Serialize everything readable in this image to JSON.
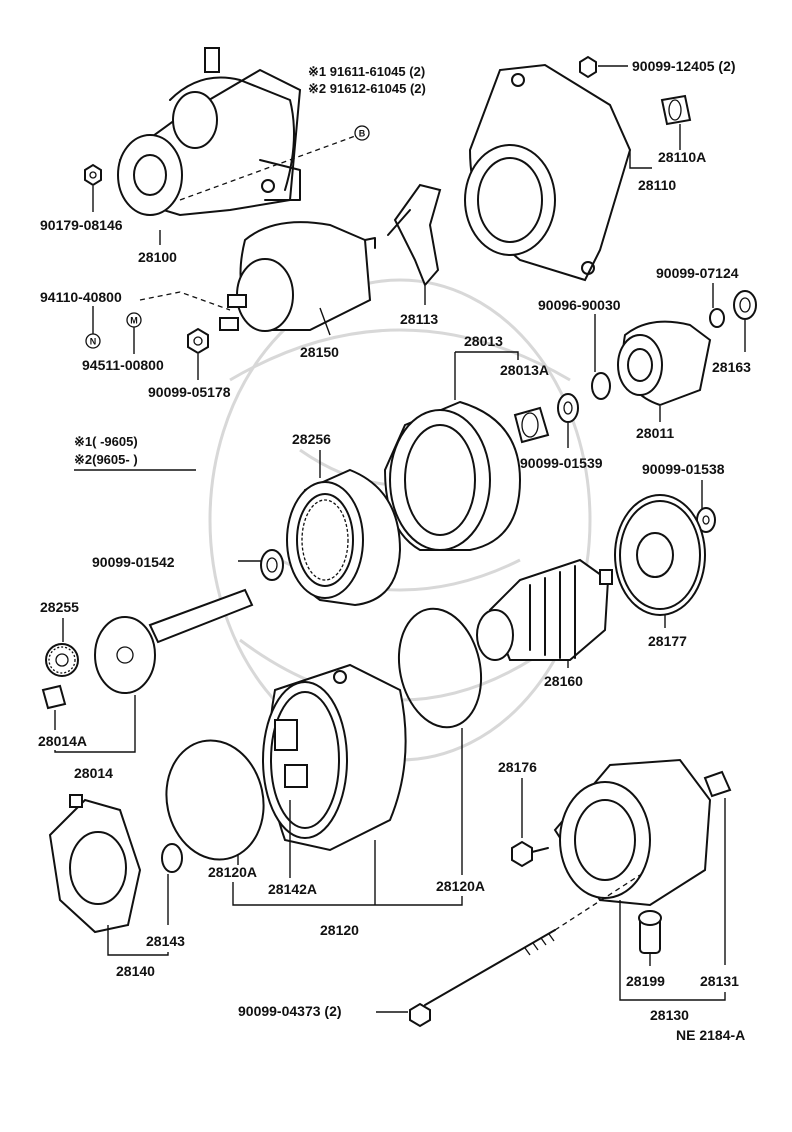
{
  "diagram": {
    "drawing_code": "NE 2184-A",
    "notes": {
      "ref_top_1": "※1 91611-61045 (2)",
      "ref_top_2": "※2 91612-61045 (2)",
      "legend_1": "※1(     -9605)",
      "legend_2": "※2(9605-     )"
    },
    "circle_markers": {
      "b": "B",
      "n": "N",
      "m": "M"
    },
    "labels": {
      "p90179_08146": "90179-08146",
      "p28100": "28100",
      "p94110_40800": "94110-40800",
      "p94511_00800": "94511-00800",
      "p90099_05178": "90099-05178",
      "p28150": "28150",
      "p28113": "28113",
      "p90099_12405": "90099-12405 (2)",
      "p28110A": "28110A",
      "p28110": "28110",
      "p90099_07124": "90099-07124",
      "p90096_90030": "90096-90030",
      "p28163": "28163",
      "p28013": "28013",
      "p28013A": "28013A",
      "p28011": "28011",
      "p28256": "28256",
      "p90099_01539": "90099-01539",
      "p90099_01538": "90099-01538",
      "p90099_01542": "90099-01542",
      "p28255": "28255",
      "p28177": "28177",
      "p28160": "28160",
      "p28014A": "28014A",
      "p28014": "28014",
      "p28176": "28176",
      "p28120A_left": "28120A",
      "p28142A": "28142A",
      "p28120A_right": "28120A",
      "p28120": "28120",
      "p28143": "28143",
      "p28140": "28140",
      "p28199": "28199",
      "p28131": "28131",
      "p28130": "28130",
      "p90099_04373": "90099-04373 (2)"
    }
  }
}
